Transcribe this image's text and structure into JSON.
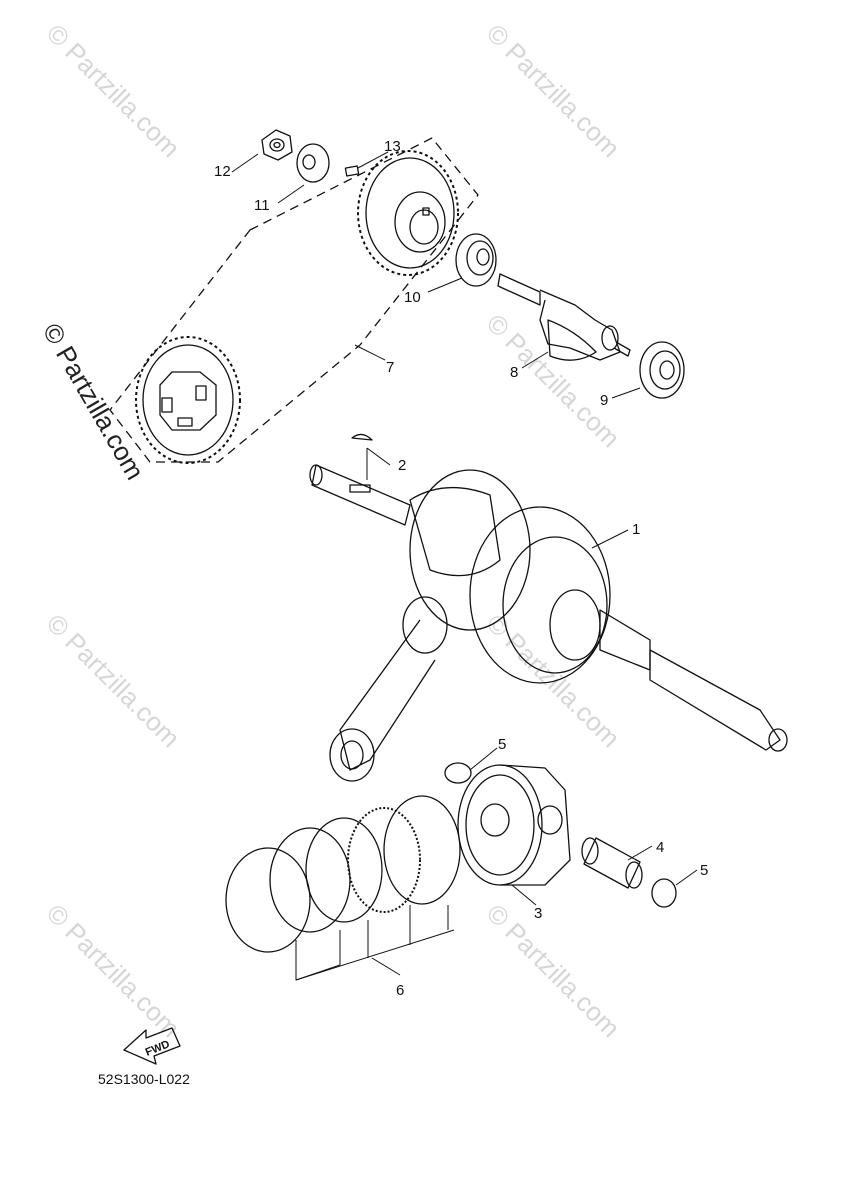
{
  "watermark": {
    "text": "© Partzilla.com",
    "main_text": "© Partzilla.com"
  },
  "diagram": {
    "code": "52S1300-L022",
    "fwd_label": "FWD",
    "callouts": [
      "1",
      "2",
      "3",
      "4",
      "5",
      "5",
      "6",
      "7",
      "8",
      "9",
      "10",
      "11",
      "12",
      "13"
    ]
  },
  "colors": {
    "line": "#111111",
    "watermark": "#d6d6d6"
  }
}
